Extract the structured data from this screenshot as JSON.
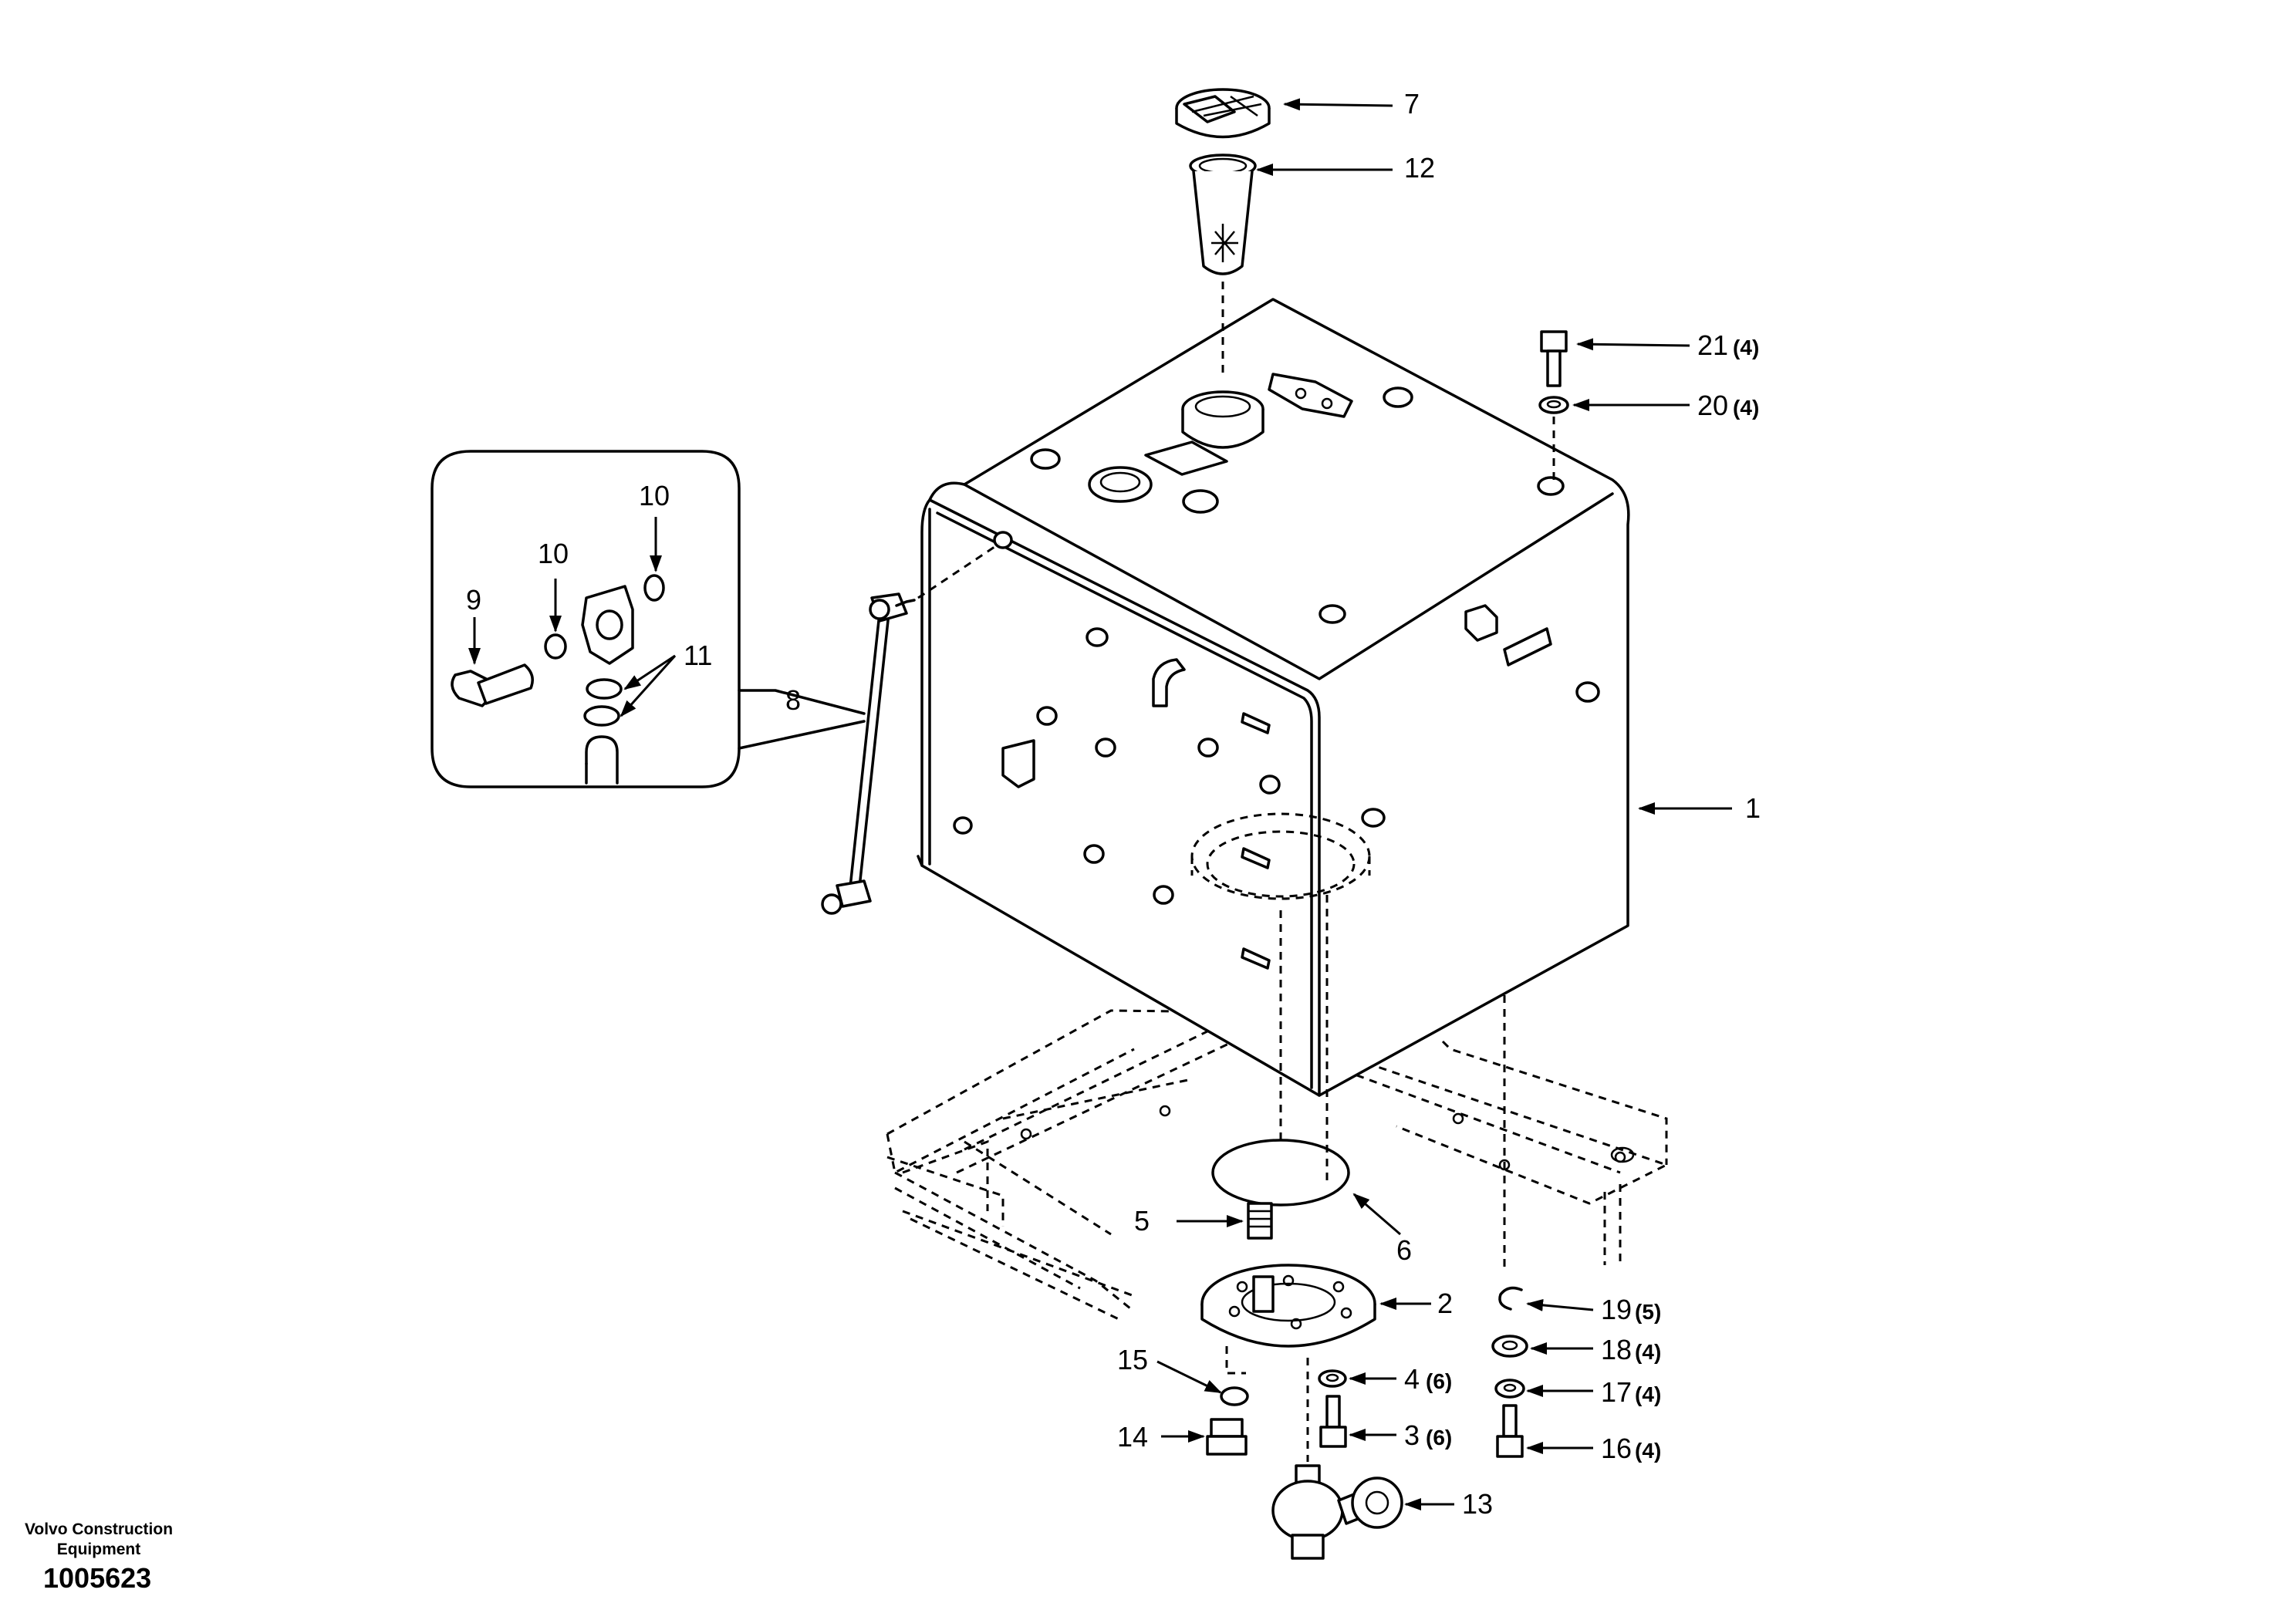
{
  "diagram": {
    "callouts": [
      {
        "id": "1",
        "qty": ""
      },
      {
        "id": "2",
        "qty": ""
      },
      {
        "id": "3",
        "qty": "(6)"
      },
      {
        "id": "4",
        "qty": "(6)"
      },
      {
        "id": "5",
        "qty": ""
      },
      {
        "id": "6",
        "qty": ""
      },
      {
        "id": "7",
        "qty": ""
      },
      {
        "id": "8",
        "qty": ""
      },
      {
        "id": "9",
        "qty": ""
      },
      {
        "id": "10",
        "qty": ""
      },
      {
        "id": "11",
        "qty": ""
      },
      {
        "id": "12",
        "qty": ""
      },
      {
        "id": "13",
        "qty": ""
      },
      {
        "id": "14",
        "qty": ""
      },
      {
        "id": "15",
        "qty": ""
      },
      {
        "id": "16",
        "qty": "(4)"
      },
      {
        "id": "17",
        "qty": "(4)"
      },
      {
        "id": "18",
        "qty": "(4)"
      },
      {
        "id": "19",
        "qty": "(5)"
      },
      {
        "id": "20",
        "qty": "(4)"
      },
      {
        "id": "21",
        "qty": "(4)"
      }
    ],
    "detail_callouts": {
      "ten_a": "10",
      "ten_b": "10"
    }
  },
  "footer": {
    "company_line1": "Volvo Construction",
    "company_line2": "Equipment",
    "drawing_number": "1005623"
  }
}
